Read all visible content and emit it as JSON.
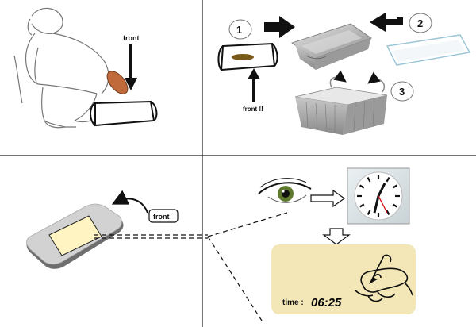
{
  "panel1": {
    "front_label": "front"
  },
  "panel2": {
    "step1": "1",
    "step2": "2",
    "step3": "3",
    "front_label": "front !!"
  },
  "panel3": {
    "front_label": "front"
  },
  "panel4": {
    "time_label": "time :",
    "time_value": "06:25",
    "card_color": "#f4e7b7"
  }
}
